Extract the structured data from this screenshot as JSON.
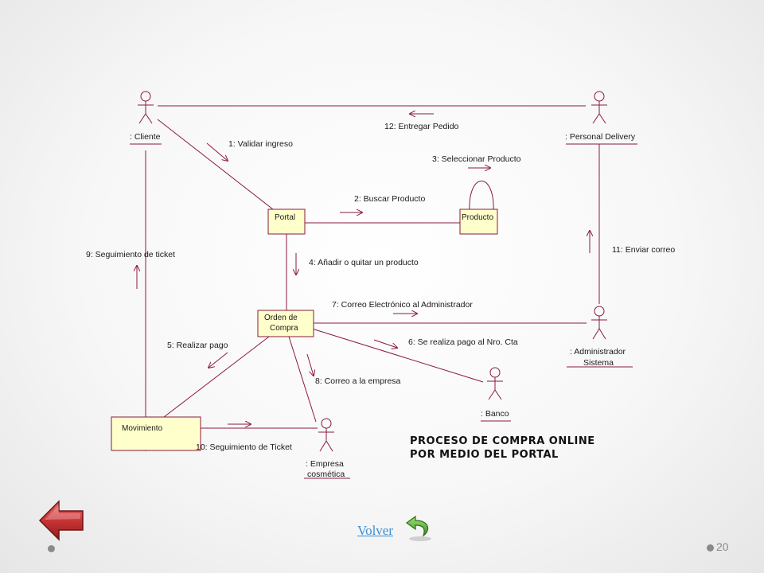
{
  "diagram": {
    "actors": {
      "cliente": ": Cliente",
      "delivery": ": Personal Delivery",
      "admin_line1": ": Administrador",
      "admin_line2": "Sistema",
      "banco": ": Banco",
      "empresa_line1": ": Empresa",
      "empresa_line2": "cosmética"
    },
    "objects": {
      "portal": "Portal",
      "producto": "Producto",
      "orden_line1": "Orden de",
      "orden_line2": "Compra",
      "movimiento": "Movimiento"
    },
    "messages": {
      "m1": "1: Validar ingreso",
      "m2": "2: Buscar Producto",
      "m3": "3: Seleccionar Producto",
      "m4": "4: Añadir o quitar un producto",
      "m5": "5: Realizar pago",
      "m6": "6: Se realiza pago al Nro. Cta",
      "m7": "7: Correo Electrónico al Administrador",
      "m8": "8: Correo a la empresa",
      "m9": "9: Seguimiento de ticket",
      "m10": "10: Seguimiento de Ticket",
      "m11": "11: Enviar correo",
      "m12": "12: Entregar Pedido"
    },
    "title_line1": "PROCESO DE COMPRA ONLINE",
    "title_line2": "POR MEDIO DEL PORTAL",
    "colors": {
      "line": "#8b1a3c",
      "box_fill": "#ffffcc",
      "box_border": "#8b1a3c"
    }
  },
  "navigation": {
    "back_icon": "back-arrow-icon",
    "volver_label": "Volver",
    "return_icon": "return-arrow-icon"
  },
  "page_number": "20"
}
